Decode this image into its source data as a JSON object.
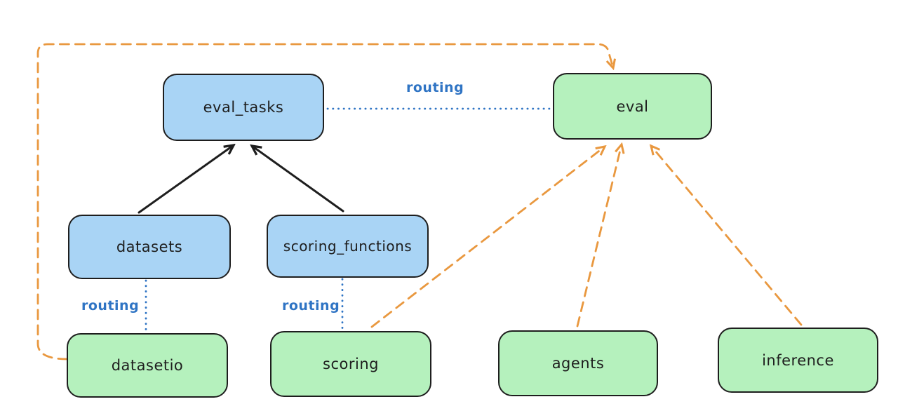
{
  "diagram": {
    "nodes": {
      "eval_tasks": {
        "label": "eval_tasks",
        "kind": "registry"
      },
      "eval": {
        "label": "eval",
        "kind": "api"
      },
      "datasets": {
        "label": "datasets",
        "kind": "registry"
      },
      "scoring_functions": {
        "label": "scoring_functions",
        "kind": "registry"
      },
      "datasetio": {
        "label": "datasetio",
        "kind": "api"
      },
      "scoring": {
        "label": "scoring",
        "kind": "api"
      },
      "agents": {
        "label": "agents",
        "kind": "api"
      },
      "inference": {
        "label": "inference",
        "kind": "api"
      }
    },
    "edge_labels": {
      "routing_top": "routing",
      "routing_datasets": "routing",
      "routing_scoring": "routing"
    },
    "edges": [
      {
        "from": "datasets",
        "to": "eval_tasks",
        "style": "solid-black-arrow"
      },
      {
        "from": "scoring_functions",
        "to": "eval_tasks",
        "style": "solid-black-arrow"
      },
      {
        "from": "eval_tasks",
        "to": "eval",
        "style": "dotted-blue",
        "label": "routing"
      },
      {
        "from": "datasets",
        "to": "datasetio",
        "style": "dotted-blue",
        "label": "routing"
      },
      {
        "from": "scoring_functions",
        "to": "scoring",
        "style": "dotted-blue",
        "label": "routing"
      },
      {
        "from": "datasetio",
        "to": "eval",
        "style": "dashed-orange-arrow",
        "route": "around-left-top"
      },
      {
        "from": "scoring",
        "to": "eval",
        "style": "dashed-orange-arrow"
      },
      {
        "from": "agents",
        "to": "eval",
        "style": "dashed-orange-arrow"
      },
      {
        "from": "inference",
        "to": "eval",
        "style": "dashed-orange-arrow"
      }
    ]
  },
  "colors": {
    "background": "#ffffff",
    "node_blue_fill": "#a9d4f5",
    "node_green_fill": "#b5f1bd",
    "node_stroke": "#1e1e1e",
    "connector_black": "#1e1e1e",
    "connector_blue": "#2f74c4",
    "connector_orange": "#e9983f"
  }
}
